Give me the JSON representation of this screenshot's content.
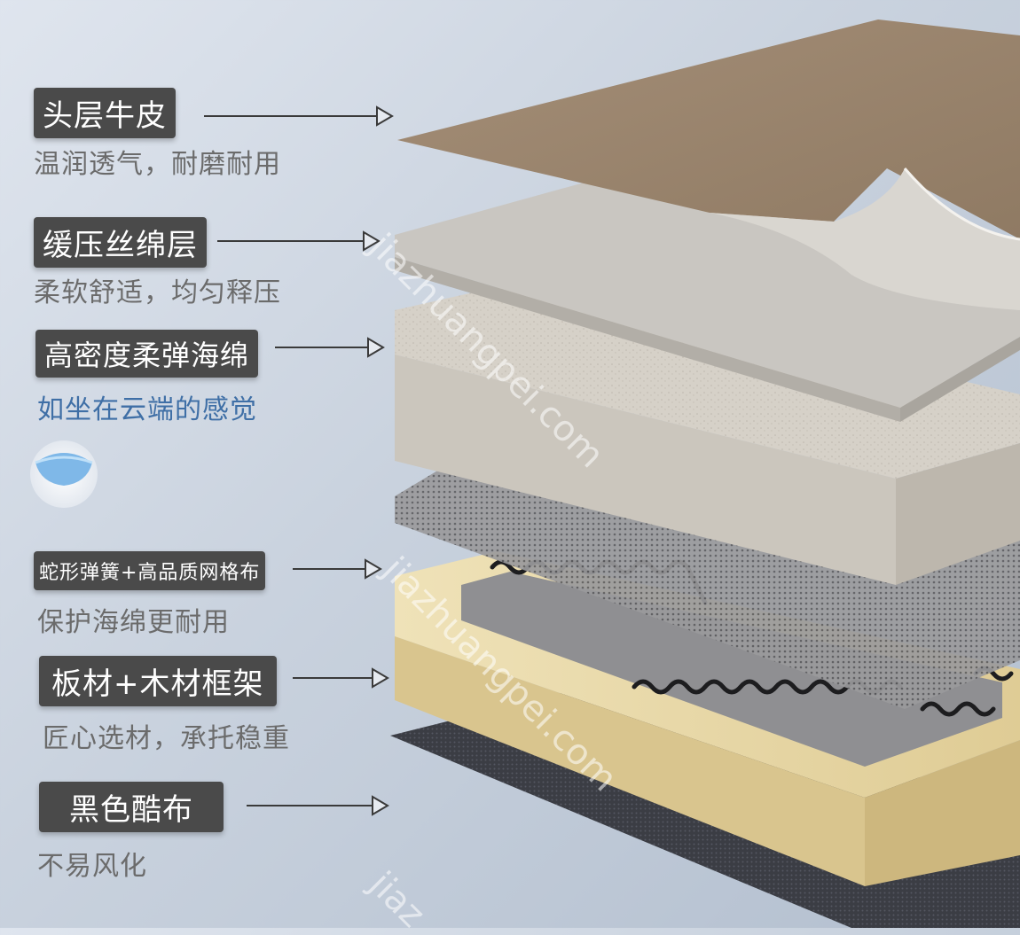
{
  "layers": [
    {
      "title": "头层牛皮",
      "desc": "温润透气，耐磨耐用"
    },
    {
      "title": "缓压丝绵层",
      "desc": "柔软舒适，均匀释压"
    },
    {
      "title": "高密度柔弹海绵",
      "desc": "如坐在云端的感觉"
    },
    {
      "title": "蛇形弹簧+高品质网格布",
      "desc": "保护海绵更耐用"
    },
    {
      "title": "板材+木材框架",
      "desc": "匠心选材，承托稳重"
    },
    {
      "title": "黑色酷布",
      "desc": "不易风化"
    }
  ],
  "watermarks": [
    "jiazhuangpei.com",
    "jiazhuangpei.com",
    "jiaz"
  ],
  "colors": {
    "tag_bg": "#4a4a4a",
    "desc_gray": "#6b6b6b",
    "desc_blue": "#3f6fa6",
    "leather": "#9c8670",
    "fiber": "#c9c6c1",
    "foam": "#d6d1c8",
    "mesh": "#8b8b8d",
    "wood": "#e8d8a8",
    "black_fabric": "#3b3d44"
  }
}
